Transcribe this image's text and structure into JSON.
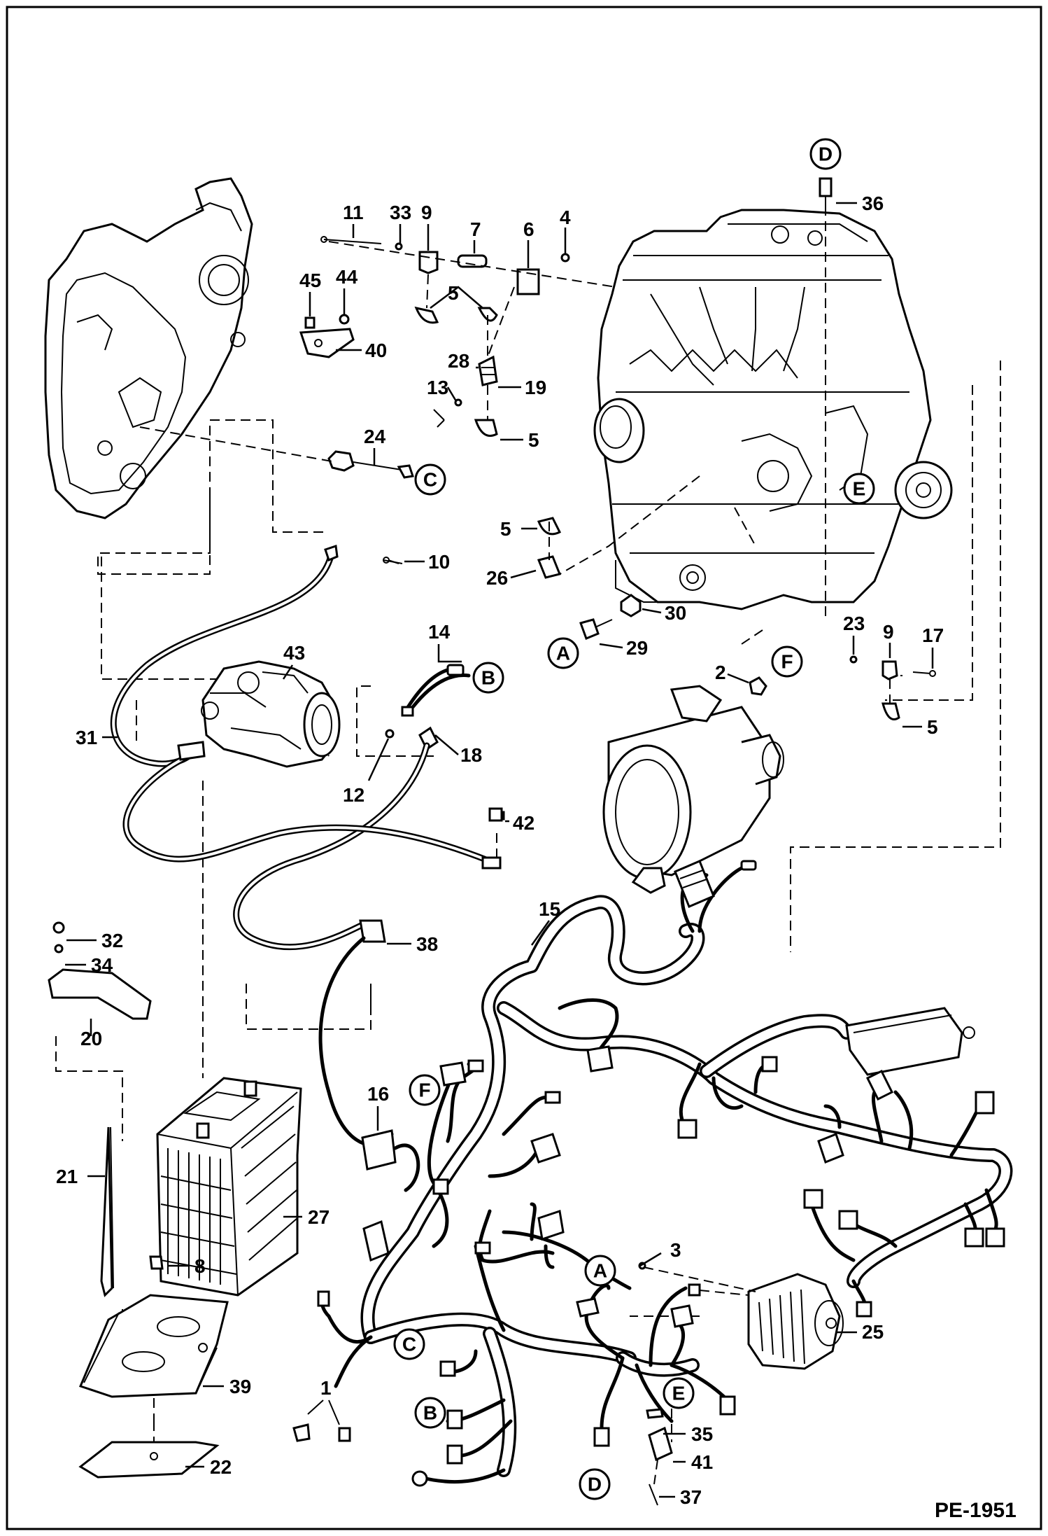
{
  "figure_code": "PE-1951",
  "part_labels": [
    "1",
    "2",
    "3",
    "4",
    "5",
    "6",
    "7",
    "8",
    "9",
    "10",
    "11",
    "12",
    "13",
    "14",
    "15",
    "16",
    "17",
    "18",
    "19",
    "20",
    "21",
    "22",
    "23",
    "24",
    "25",
    "26",
    "27",
    "28",
    "29",
    "30",
    "31",
    "32",
    "33",
    "34",
    "35",
    "36",
    "37",
    "38",
    "39",
    "40",
    "41",
    "42",
    "43",
    "44",
    "45"
  ],
  "callout_letters": [
    "A",
    "B",
    "C",
    "D",
    "E",
    "F"
  ]
}
